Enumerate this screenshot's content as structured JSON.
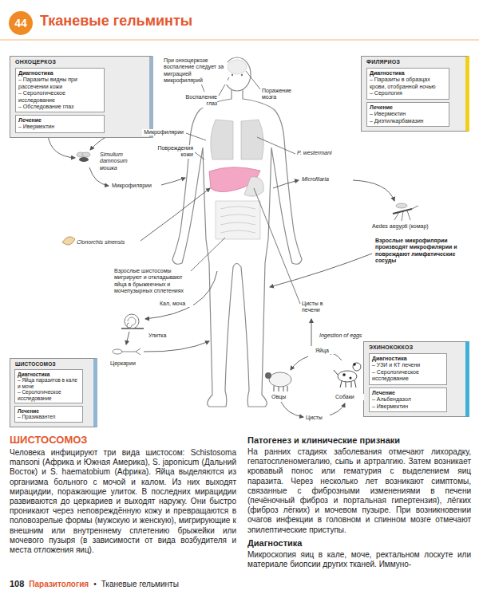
{
  "diagram": {
    "title": "Тканевые гельминты",
    "nodes": [
      {
        "text": [
          "ОНХОЦЕРКОЗ"
        ]
      },
      {
        "text": [
          "Диагностика",
          "– Паразиты видны при рассечении кожи",
          "– Серологическое исследование",
          "– Обследование глаз"
        ],
        "in": 0
      },
      {
        "text": [
          "Лечение",
          "– Ивермектин"
        ],
        "in": 0
      },
      {
        "text": [
          "ФИЛЯРИОЗ"
        ]
      },
      {
        "text": [
          "Диагностика",
          "– Паразиты в образцах крови, отобранной ночью",
          "– Серология"
        ],
        "in": 3
      },
      {
        "text": [
          "Лечение",
          "– Ивермектин",
          "– Диэтилкарбамазин"
        ],
        "in": 3
      },
      {
        "text": [
          "ШИСТОСОМОЗ"
        ]
      },
      {
        "text": [
          "Диагностика",
          "– Яйца паразитов в кале и моче",
          "– Серологическое исследование"
        ],
        "in": 6
      },
      {
        "text": [
          "Лечение",
          "– Празиквантел"
        ],
        "in": 6
      },
      {
        "text": [
          "ЭХИНОКОККОЗ"
        ]
      },
      {
        "text": [
          "Диагностика",
          "– УЗИ и КТ печени",
          "– Серологическое исследование"
        ],
        "in": 9
      },
      {
        "text": [
          "Лечение",
          "– Альбендазол",
          "– Ивермектин"
        ],
        "in": 9
      }
    ],
    "labels": [
      "44",
      "При онхоцеркозе воспаление следует за миграцией микрофилярий",
      "Воспаление глаз",
      "Поражение мозга",
      "P. westermani",
      "Микрофилярии",
      "Повреждения кожи",
      "Simulium damnosum мошка",
      "Микрофилярии",
      "Microfilaria",
      "Aedes aegypti (комар)",
      "Взрослые микрофилярии производят микрофилярии и повреждают лимфатические сосуды",
      "Clonorchis sinensis",
      "Взрослые шистосомы мигрируют и откладывают яйца в брыжеечных и мочепузырных сплетениях",
      "Кал, моча",
      "Улитка",
      "Церкарии",
      "Цисты в печени",
      "Ingestion of eggs",
      "Яйца",
      "Собаки",
      "Овцы",
      "Цисты",
      "ШИСТОСОМОЗ",
      "Человека инфицируют три вида шистосом: Schistosoma mansoni (Африка и Южная Америка), S. japonicum (Дальний Восток) и S. haematobium (Африка). Яйца выделяются из организма больного с мочой и калом. Из них выходят мирацидии, поражающие улиток. В последних мирацидии развиваются до церкариев и выходят наружу. Они быстро проникают через неповреждённую кожу и превращаются в половозрелые формы (мужскую и женскую), мигрирующие к внешним или внутреннему сплетению брыжейки или мочевого пузыря (в зависимости от вида возбудителя и места отложения яиц).",
      "Патогенез и клинические признаки",
      "На ранних стадиях заболевания отмечают лихорадку, гепатоспленомегалию, сыпь и артралгию. Затем возникает кровавый понос или гематурия с выделением яиц паразита. Через несколько лет возникают симптомы, связанные с фиброзными изменениями в печени (печёночный фиброз и портальная гипертензия), лёгких (фиброз лёгких) и мочевом пузыре. При возникновении очагов инфекции в головном и спинном мозге отмечают эпилептические приступы.",
      "Диагностика",
      "Микроскопия яиц в кале, моче, ректальном лоскуте или материале биопсии других тканей. Иммуно-",
      "108",
      "Паразитология",
      "•",
      "Тканевые гельминты"
    ]
  }
}
